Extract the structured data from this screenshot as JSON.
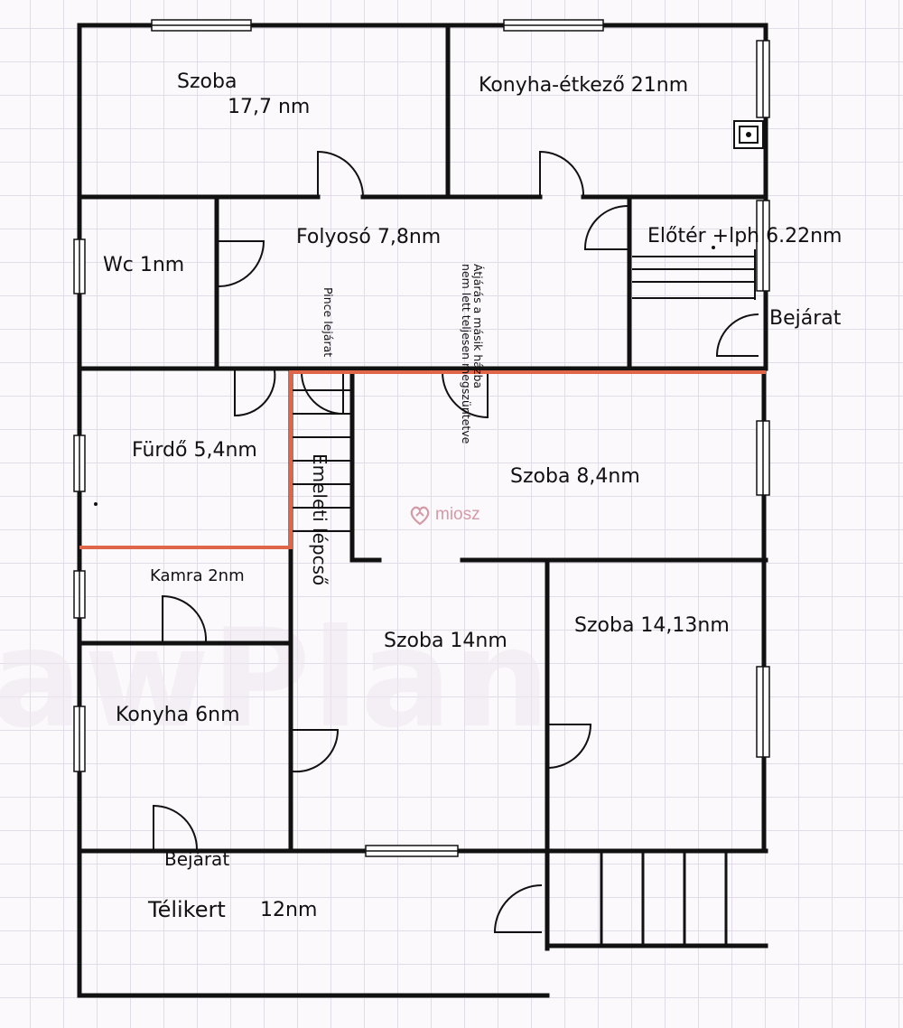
{
  "rooms": {
    "szoba_top_name": "Szoba",
    "szoba_top_area": "17,7 nm",
    "konyha_etkezo": "Konyha-étkező 21nm",
    "wc": "Wc 1nm",
    "folyoso": "Folyosó 7,8nm",
    "eloter": "Előtér +lph 6.22nm",
    "bejarat_top": "Bejárat",
    "furdo": "Fürdő 5,4nm",
    "szoba_84": "Szoba 8,4nm",
    "kamra": "Kamra 2nm",
    "szoba_14": "Szoba 14nm",
    "szoba_1413": "Szoba 14,13nm",
    "konyha_6": "Konyha 6nm",
    "bejarat_bottom": "Bejárat",
    "telikert_name": "Télikert",
    "telikert_area": "12nm"
  },
  "annotations": {
    "pince": "Pince lejárat",
    "atjaras_line1": "Átjárás a másik házba",
    "atjaras_line2": "nem lett teljesen megszüntetve",
    "lepcso": "Emeleti lépcső"
  },
  "watermark": "awPlan",
  "logo": "miosz",
  "colors": {
    "wall": "#111111",
    "divider": "#e0664a",
    "grid": "#e2dbe8",
    "logo": "#d49aa6"
  }
}
